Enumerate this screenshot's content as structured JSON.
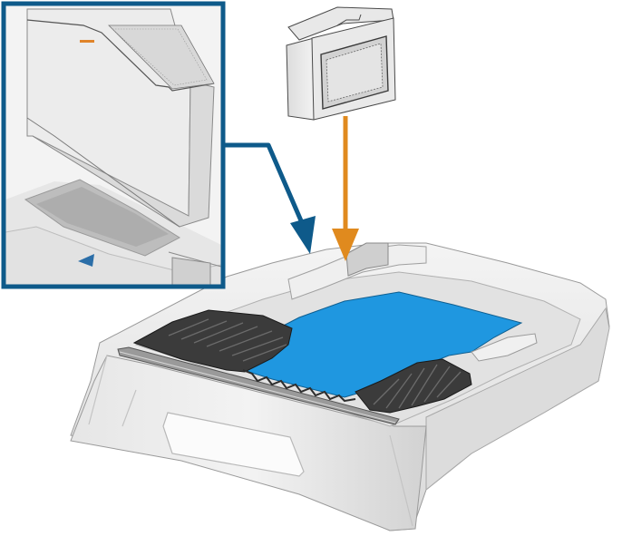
{
  "colors": {
    "inset_frame": "#0e5a8a",
    "arrow_inset": "#0e5a8a",
    "arrow_insert": "#e08a1e",
    "foam_blue": "#1f97e0",
    "dark_grip": "#3b3b3b",
    "shell_light": "#ececec",
    "shell_mid": "#d6d6d6",
    "shell_shadow": "#b4b4b4",
    "outline": "#2a2a2a",
    "marker_blue": "#2b6ea8",
    "marker_orange": "#e0842a"
  },
  "parts": {
    "main_tray": "seat-base-tray",
    "insert_box": "removable-insert",
    "foam_pad": "blue-foam-pad",
    "front_grip": "front-ribbed-grip",
    "rear_grip": "rear-ribbed-grip",
    "detail_view": "inset-detail-view"
  },
  "icons": {
    "blue_arrow": "bent-arrow-down-right",
    "orange_arrow": "straight-arrow-down"
  }
}
